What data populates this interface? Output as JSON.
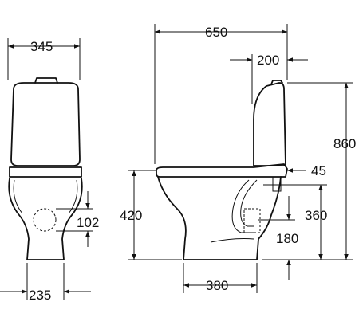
{
  "dimensions": {
    "front_width": "345",
    "front_base_width": "235",
    "outlet_diameter": "102",
    "total_depth": "650",
    "tank_depth": "200",
    "total_height": "860",
    "seat_height": "420",
    "outlet_offset": "45",
    "outlet_height": "360",
    "outlet_center": "180",
    "base_depth": "380"
  },
  "colors": {
    "line": "#111111",
    "background": "#ffffff"
  }
}
